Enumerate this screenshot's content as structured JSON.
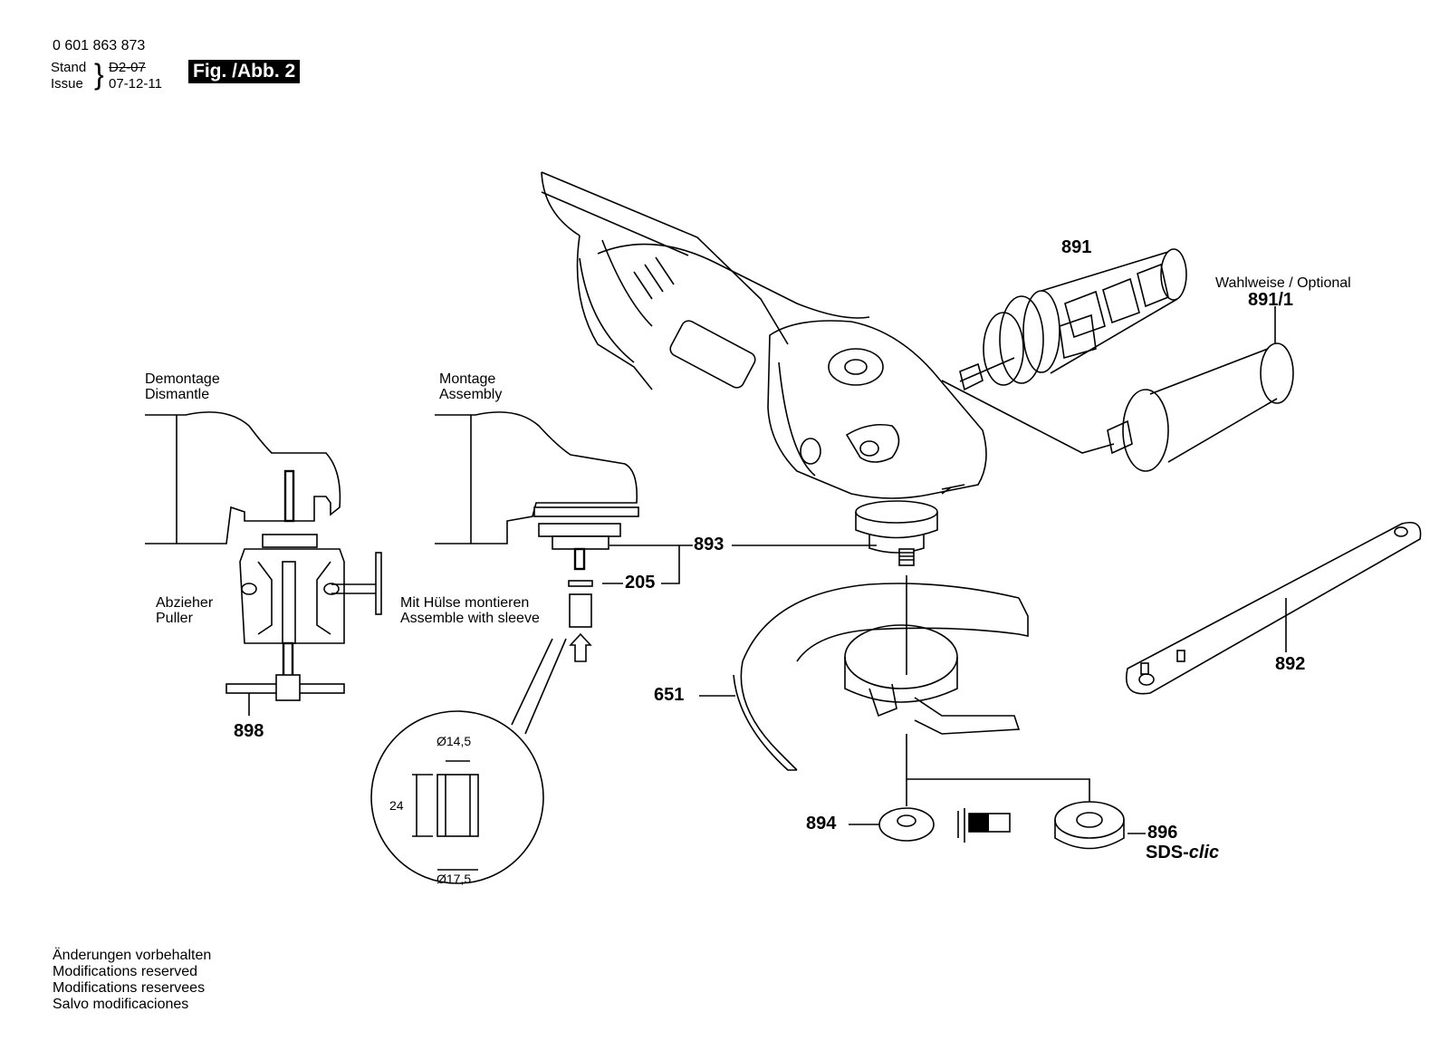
{
  "header": {
    "part_number": "0 601 863 873",
    "stand_label": "Stand",
    "issue_label": "Issue",
    "stand_date_old": "D2-07",
    "issue_date": "07-12-11",
    "figure_label": "Fig. /Abb. 2"
  },
  "labels": {
    "dismantle_de": "Demontage",
    "dismantle_en": "Dismantle",
    "assembly_de": "Montage",
    "assembly_en": "Assembly",
    "puller_de": "Abzieher",
    "puller_en": "Puller",
    "sleeve_de": "Mit Hülse montieren",
    "sleeve_en": "Assemble with sleeve",
    "optional": "Wahlweise / Optional",
    "sds": "SDS-",
    "sds_clic": "clic"
  },
  "dimensions": {
    "inner_diameter": "Ø14,5",
    "outer_diameter": "Ø17,5",
    "length": "24"
  },
  "parts": {
    "p891": "891",
    "p891_1": "891/1",
    "p892": "892",
    "p893": "893",
    "p205": "205",
    "p651": "651",
    "p894": "894",
    "p896": "896",
    "p898": "898"
  },
  "footer": {
    "line1": "Änderungen vorbehalten",
    "line2": "Modifications reserved",
    "line3": "Modifications reservees",
    "line4": "Salvo modificaciones"
  }
}
